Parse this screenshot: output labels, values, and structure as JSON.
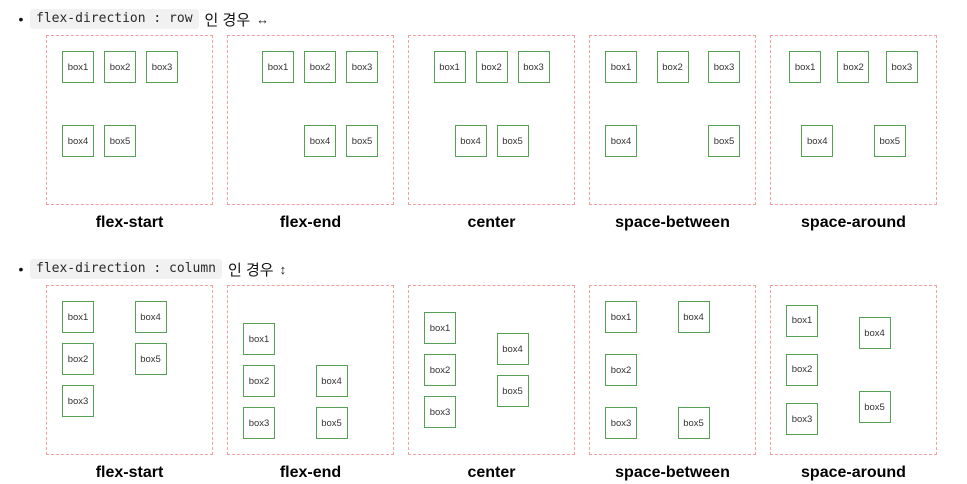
{
  "colors": {
    "container_border": "#f49e9e",
    "box_border": "#55a055",
    "box_text": "#333333",
    "code_background": "#f1f1f1",
    "code_text": "#2a2a2a",
    "label_text": "#000000",
    "page_background": "#ffffff"
  },
  "sections": [
    {
      "bullet": {
        "code": "flex-direction : row",
        "text": "인 경우",
        "arrow": "↔"
      },
      "direction": "row",
      "box_labels": [
        "box1",
        "box2",
        "box3",
        "box4",
        "box5"
      ],
      "examples": [
        {
          "label": "flex-start"
        },
        {
          "label": "flex-end"
        },
        {
          "label": "center"
        },
        {
          "label": "space-between"
        },
        {
          "label": "space-around"
        }
      ]
    },
    {
      "bullet": {
        "code": "flex-direction : column",
        "text": "인 경우",
        "arrow": "↕"
      },
      "direction": "column",
      "box_labels": [
        "box1",
        "box2",
        "box3",
        "box4",
        "box5"
      ],
      "examples": [
        {
          "label": "flex-start"
        },
        {
          "label": "flex-end"
        },
        {
          "label": "center"
        },
        {
          "label": "space-between"
        },
        {
          "label": "space-around"
        }
      ]
    }
  ]
}
